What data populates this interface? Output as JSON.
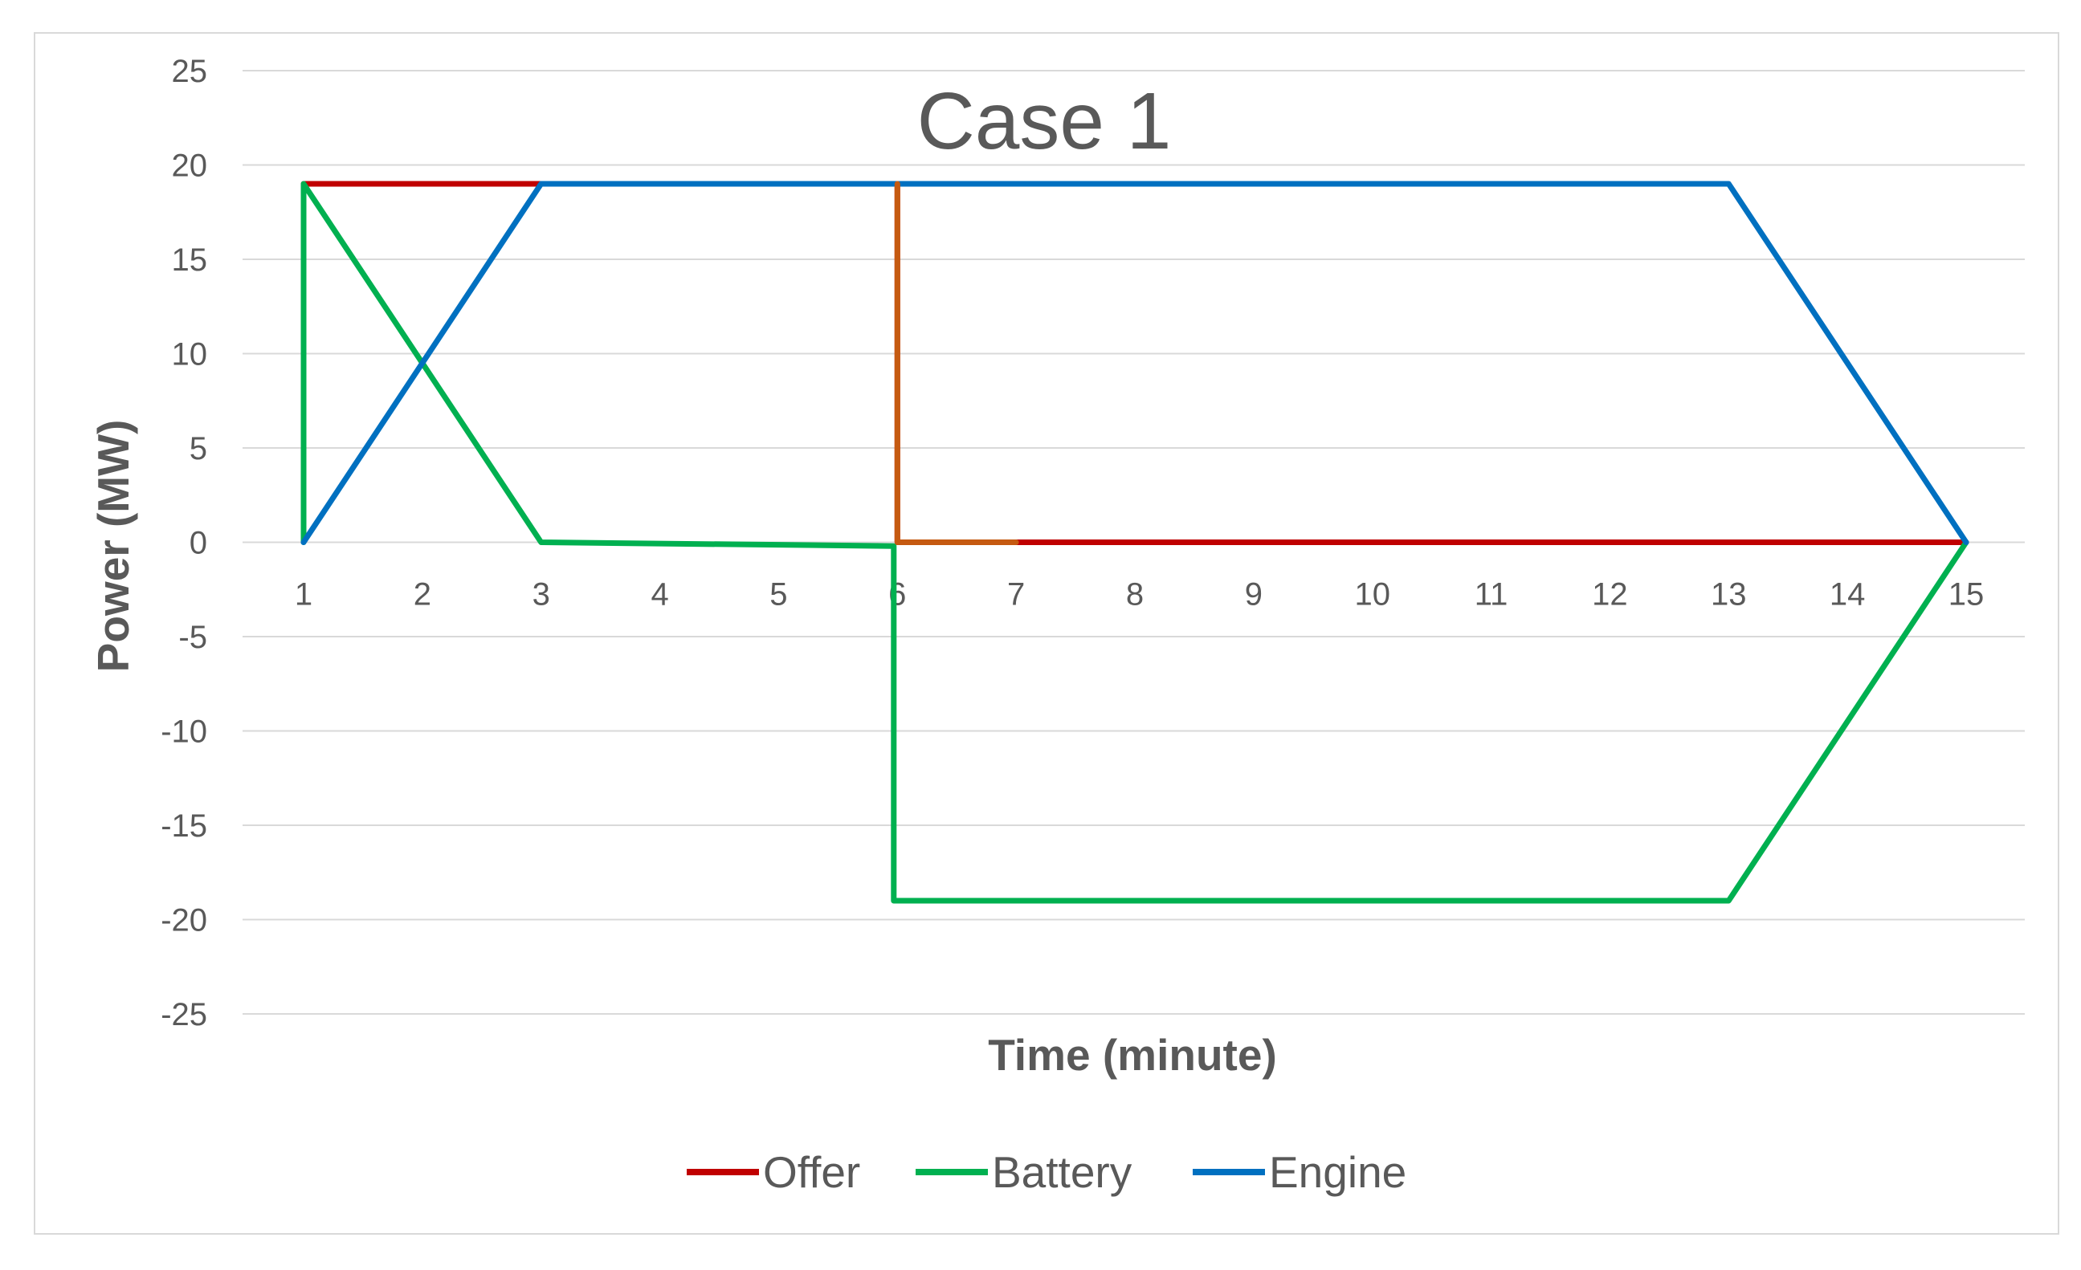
{
  "chart_data": {
    "type": "line",
    "title": "Case 1",
    "xlabel": "Time (minute)",
    "ylabel": "Power (MW)",
    "x_ticks": [
      "1",
      "2",
      "3",
      "4",
      "5",
      "6",
      "7",
      "8",
      "9",
      "10",
      "11",
      "12",
      "13",
      "14",
      "15"
    ],
    "xlim": [
      1,
      15
    ],
    "ylim": [
      -25,
      25
    ],
    "y_ticks": [
      25,
      20,
      15,
      10,
      5,
      0,
      -5,
      -10,
      -15,
      -20,
      -25
    ],
    "grid": "horizontal",
    "legend_position": "bottom",
    "series": [
      {
        "name": "Offer",
        "color": "#c00000",
        "points": [
          [
            1,
            19
          ],
          [
            6,
            19
          ],
          [
            6,
            0
          ],
          [
            15,
            0
          ]
        ]
      },
      {
        "name": "Battery",
        "color": "#00b050",
        "points": [
          [
            1,
            0
          ],
          [
            1,
            19
          ],
          [
            3,
            0
          ],
          [
            5.97,
            -0.2
          ],
          [
            5.97,
            -19
          ],
          [
            13,
            -19
          ],
          [
            15,
            0
          ]
        ]
      },
      {
        "name": "Engine",
        "color": "#0070c0",
        "points": [
          [
            1,
            0
          ],
          [
            3,
            19
          ],
          [
            13,
            19
          ],
          [
            15,
            0
          ]
        ]
      }
    ],
    "overlay_segment": {
      "color": "#c55a11",
      "points": [
        [
          6,
          19
        ],
        [
          6,
          0
        ],
        [
          7,
          0
        ]
      ]
    }
  }
}
